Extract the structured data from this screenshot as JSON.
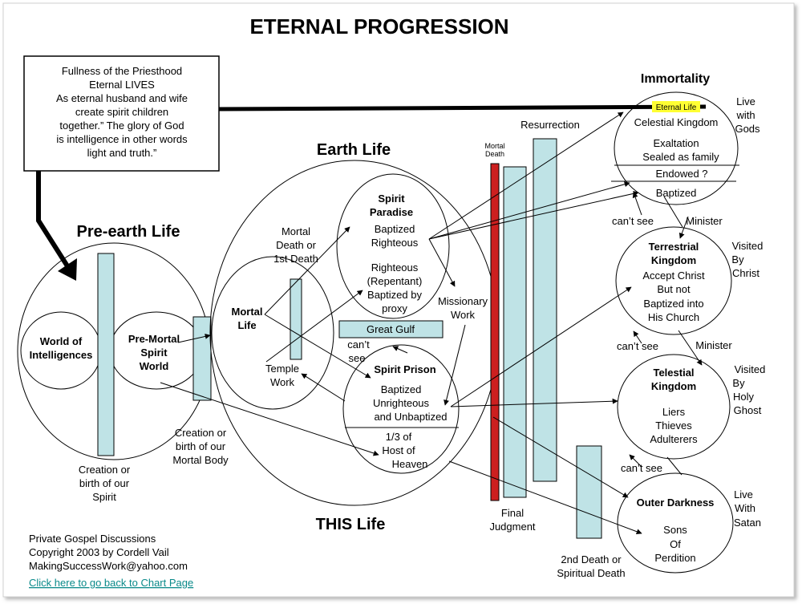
{
  "title": "ETERNAL PROGRESSION",
  "quote_box": [
    "Fullness of the Priesthood",
    "Eternal LIVES",
    "As eternal husband and wife",
    "create spirit children",
    "together.” The glory of God",
    "is intelligence in other words",
    "light and truth.”"
  ],
  "pre_earth": {
    "label": "Pre-earth Life",
    "intelligences": [
      "World of",
      "Intelligences"
    ],
    "pre_mortal": [
      "Pre-Mortal",
      "Spirit",
      "World"
    ],
    "creation_spirit": [
      "Creation or",
      "birth of our",
      "Spirit"
    ]
  },
  "earth_life": {
    "label": "Earth Life",
    "this_life": "THIS Life",
    "mortal_life": [
      "Mortal",
      "Life"
    ],
    "mortal_death": [
      "Mortal",
      "Death or",
      "1st Death"
    ],
    "temple_work": [
      "Temple",
      "Work"
    ],
    "creation_body": [
      "Creation or",
      "birth of our",
      "Mortal Body"
    ],
    "spirit_paradise": [
      "Spirit",
      "Paradise"
    ],
    "baptized_righteous": [
      "Baptized",
      "Righteous"
    ],
    "righteous_proxy": [
      "Righteous",
      "(Repentant)",
      "Baptized by",
      "proxy"
    ],
    "great_gulf": "Great Gulf",
    "cant_see": [
      "can’t",
      "see"
    ],
    "missionary_work": [
      "Missionary",
      "Work"
    ],
    "spirit_prison": "Spirit Prison",
    "unrighteous": [
      "Baptized",
      "Unrighteous",
      "and Unbaptized"
    ],
    "host_of_heaven": [
      "1/3 of",
      "Host of",
      "Heaven"
    ]
  },
  "mortal_death_bar": [
    "Mortal",
    "Death"
  ],
  "resurrection": "Resurrection",
  "final_judgment": [
    "Final",
    "Judgment"
  ],
  "second_death": [
    "2nd Death or",
    "Spiritual Death"
  ],
  "immortality": "Immortality",
  "celestial": {
    "highlight": "Eternal Life",
    "name": "Celestial Kingdom",
    "exaltation": [
      "Exaltation",
      "Sealed as family"
    ],
    "endowed": "Endowed ?",
    "baptized": "Baptized",
    "side": [
      "Live",
      "with",
      "Gods"
    ]
  },
  "terrestrial": {
    "name": [
      "Terrestrial",
      "Kingdom"
    ],
    "body": [
      "Accept Christ",
      "But not",
      "Baptized into",
      "His Church"
    ],
    "side": [
      "Visited",
      "By",
      "Christ"
    ]
  },
  "telestial": {
    "name": [
      "Telestial",
      "Kingdom"
    ],
    "body": [
      "Liers",
      "Thieves",
      "Adulterers"
    ],
    "side": [
      "Visited",
      "By",
      "Holy",
      "Ghost"
    ]
  },
  "outer_darkness": {
    "name": "Outer Darkness",
    "body": [
      "Sons",
      "Of",
      "Perdition"
    ],
    "side": [
      "Live",
      "With",
      "Satan"
    ]
  },
  "cant_see_labels": [
    "can’t see",
    "can’t see",
    "can’t see"
  ],
  "minister_labels": [
    "Minister",
    "Minister"
  ],
  "footer": [
    "Private Gospel Discussions",
    "Copyright 2003 by Cordell Vail",
    "MakingSuccessWork@yahoo.com"
  ],
  "footer_link": "Click here to go back to Chart Page",
  "colors": {
    "bar_fill": "#bfe3e6",
    "red_bar": "#cc1f1f",
    "highlight": "#ffff33"
  }
}
